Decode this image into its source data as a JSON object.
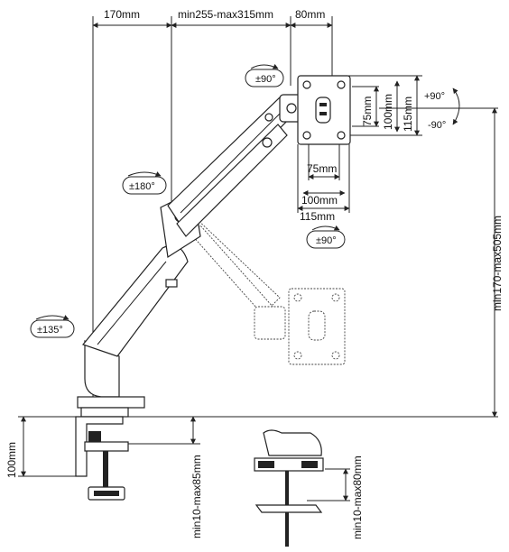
{
  "dimensions": {
    "top_left_width": "170mm",
    "top_arm_reach": "min255-max315mm",
    "top_plate_offset": "80mm",
    "vesa_h_75": "75mm",
    "vesa_h_100": "100mm",
    "vesa_h_115": "115mm",
    "vesa_v_75": "75mm",
    "vesa_v_100": "100mm",
    "vesa_v_115": "115mm",
    "height_range": "min170-max505mm",
    "base_height": "100mm",
    "clamp_range": "min10-max85mm",
    "grommet_range": "min10-max80mm"
  },
  "rotations": {
    "head_swivel": "±90°",
    "arm_swivel": "±180°",
    "base_swivel": "±135°",
    "tilt_swivel": "±90°",
    "rotate_up": "+90°",
    "rotate_down": "-90°"
  }
}
